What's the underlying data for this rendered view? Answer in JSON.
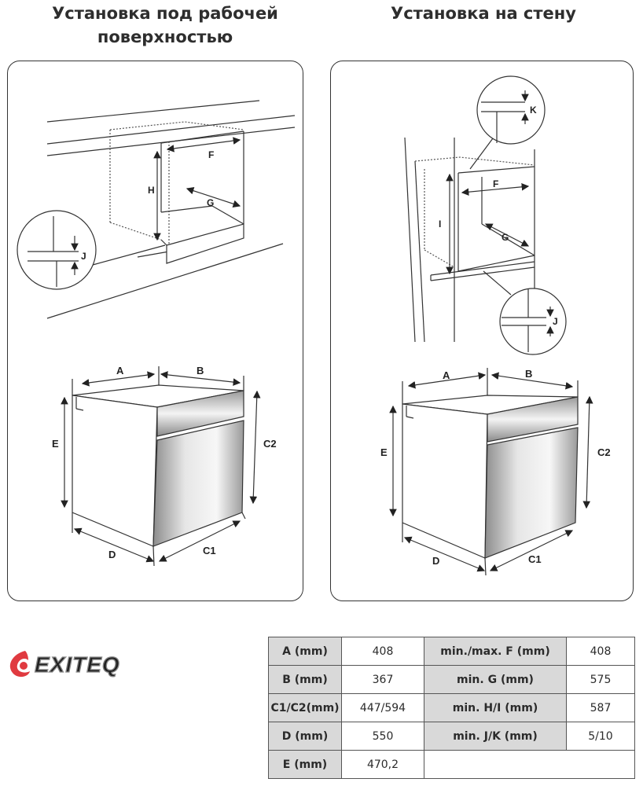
{
  "left_section": {
    "title_line1": "Установка под рабочей",
    "title_line2": "поверхностью",
    "labels": {
      "F": "F",
      "G": "G",
      "H": "H",
      "J": "J"
    }
  },
  "right_section": {
    "title": "Установка на стену",
    "labels": {
      "F": "F",
      "G": "G",
      "I": "I",
      "J": "J",
      "K": "K"
    }
  },
  "dimension_labels": {
    "A": "A",
    "B": "B",
    "C1": "C1",
    "C2": "C2",
    "D": "D",
    "E": "E"
  },
  "brand": {
    "name": "EXITEQ"
  },
  "spec_table": {
    "rows": [
      {
        "label": "A (mm)",
        "value": "408",
        "label2": "min./max. F (mm)",
        "value2": "408"
      },
      {
        "label": "B (mm)",
        "value": "367",
        "label2": "min. G (mm)",
        "value2": "575"
      },
      {
        "label": "C1/C2(mm)",
        "value": "447/594",
        "label2": "min. H/I (mm)",
        "value2": "587"
      },
      {
        "label": "D (mm)",
        "value": "550",
        "label2": "min. J/K (mm)",
        "value2": "5/10"
      },
      {
        "label": "E (mm)",
        "value": "470,2",
        "label2": "",
        "value2": ""
      }
    ]
  },
  "colors": {
    "line": "#333333",
    "header_cell": "#d9d9d9",
    "logo_red": "#e03a40",
    "logo_grey": "#8a8a8a"
  }
}
